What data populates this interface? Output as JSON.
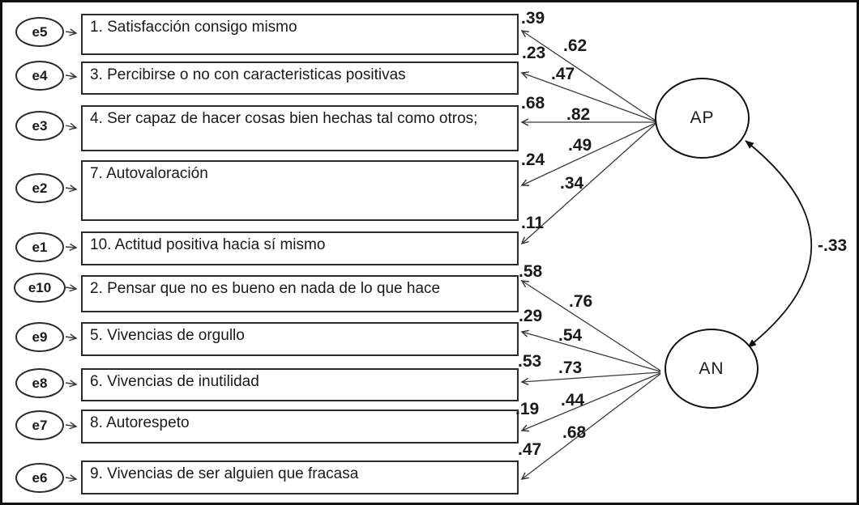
{
  "diagram": {
    "title": "Two-factor self-esteem CFA path diagram",
    "colors": {
      "ink": "#1a1a1a",
      "background": "#ffffff"
    },
    "factors": [
      {
        "id": "AP",
        "label": "AP"
      },
      {
        "id": "AN",
        "label": "AN"
      }
    ],
    "covariance": {
      "between": "AP-AN",
      "value": "-.33"
    },
    "indicators": [
      {
        "error": "e5",
        "label": "1. Satisfacción consigo mismo",
        "r2": ".39",
        "loading": ".62",
        "factor": "AP"
      },
      {
        "error": "e4",
        "label": "3. Percibirse o no con caracteristicas positivas",
        "r2": ".23",
        "loading": ".47",
        "factor": "AP"
      },
      {
        "error": "e3",
        "label": "4. Ser capaz de hacer cosas bien hechas tal como otros;",
        "r2": ".68",
        "loading": ".82",
        "factor": "AP"
      },
      {
        "error": "e2",
        "label": "7. Autovaloración",
        "r2": ".24",
        "loading": ".49",
        "factor": "AP"
      },
      {
        "error": "e1",
        "label": "10. Actitud positiva hacia sí mismo",
        "r2": ".11",
        "loading": ".34",
        "factor": "AP"
      },
      {
        "error": "e10",
        "label": "2. Pensar que no es bueno en nada de lo que hace",
        "r2": ".58",
        "loading": ".76",
        "factor": "AN"
      },
      {
        "error": "e9",
        "label": "5. Vivencias de orgullo",
        "r2": ".29",
        "loading": ".54",
        "factor": "AN"
      },
      {
        "error": "e8",
        "label": "6. Vivencias de inutilidad",
        "r2": ".53",
        "loading": ".73",
        "factor": "AN"
      },
      {
        "error": "e7",
        "label": "8. Autorespeto",
        "r2": ".19",
        "loading": ".44",
        "factor": "AN"
      },
      {
        "error": "e6",
        "label": "9. Vivencias de ser alguien que fracasa",
        "r2": ".47",
        "loading": ".68",
        "factor": "AN"
      }
    ]
  }
}
